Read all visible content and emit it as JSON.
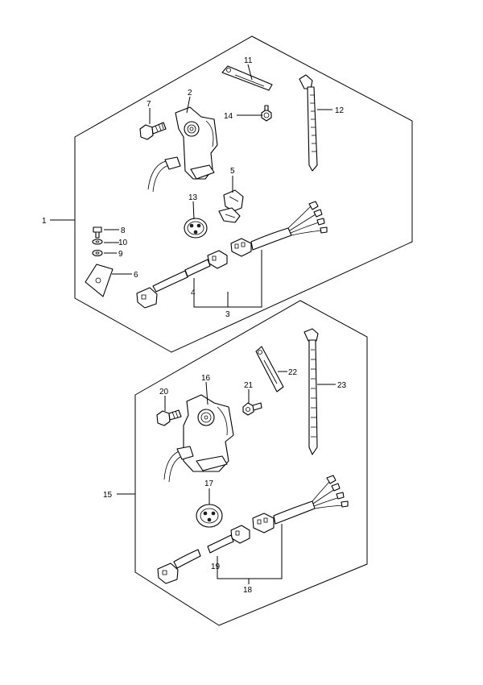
{
  "diagram": {
    "upper_kit": {
      "callouts": {
        "c1": "1",
        "c2": "2",
        "c3": "3",
        "c4": "4",
        "c5": "5",
        "c6": "6",
        "c7": "7",
        "c8": "8",
        "c9": "9",
        "c10": "10",
        "c11": "11",
        "c12": "12",
        "c13": "13",
        "c14": "14"
      }
    },
    "lower_kit": {
      "callouts": {
        "c15": "15",
        "c16": "16",
        "c17": "17",
        "c18": "18",
        "c19": "19",
        "c20": "20",
        "c21": "21",
        "c22": "22",
        "c23": "23"
      }
    }
  }
}
